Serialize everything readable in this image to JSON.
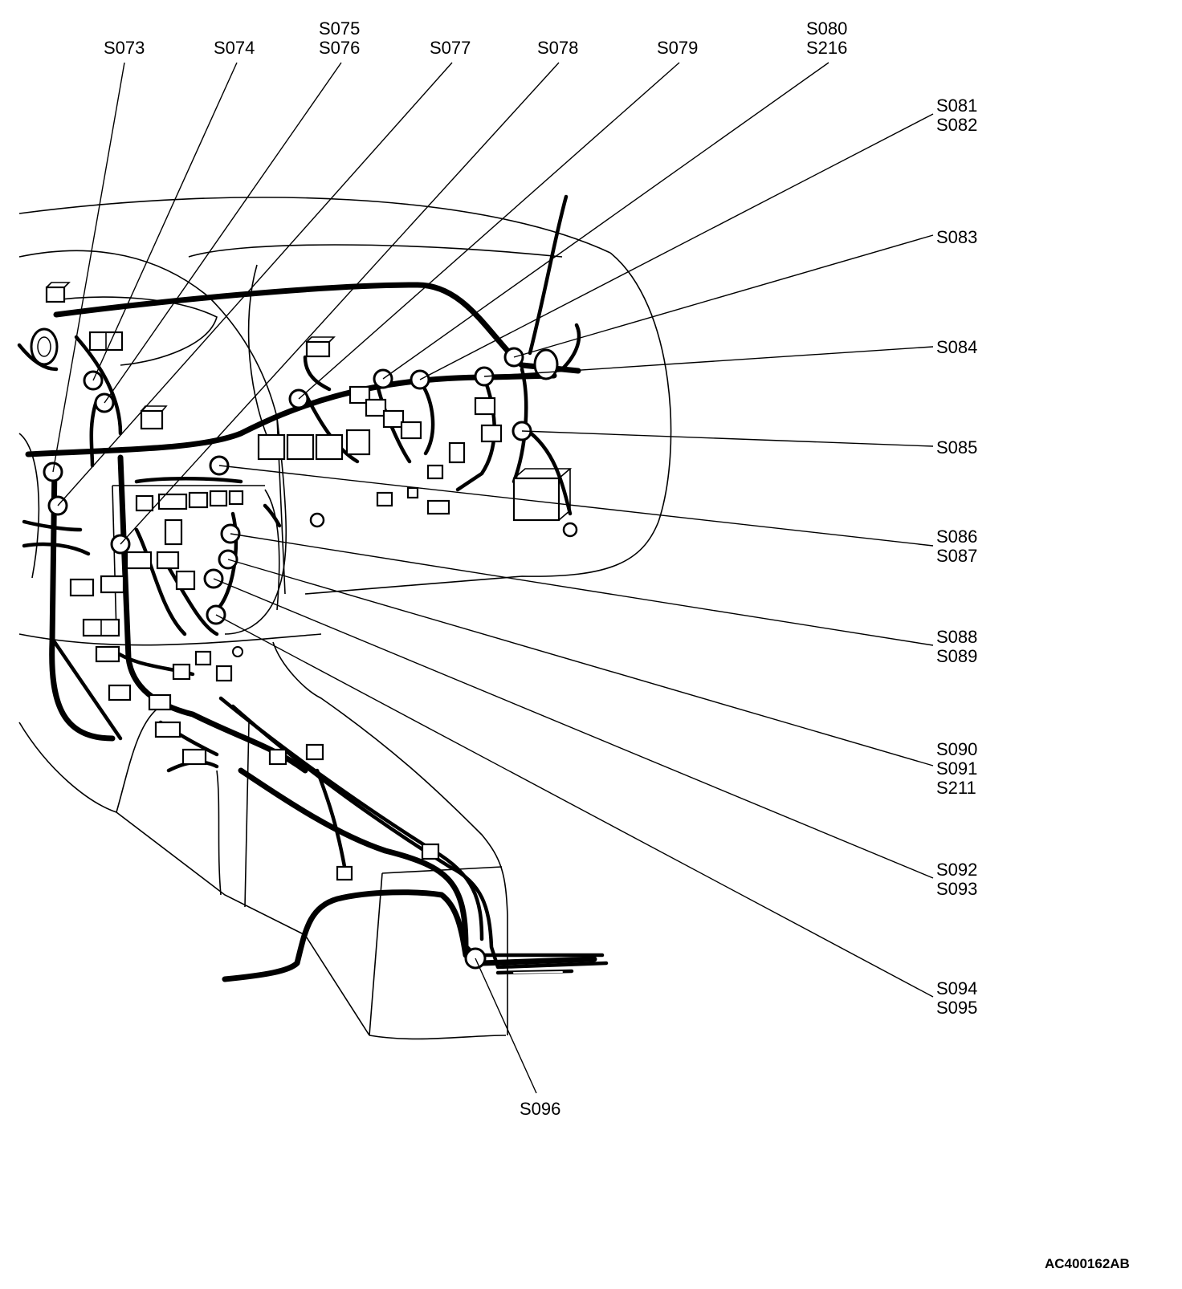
{
  "labels": {
    "s073": "S073",
    "s074": "S074",
    "s075": "S075",
    "s076": "S076",
    "s077": "S077",
    "s078": "S078",
    "s079": "S079",
    "s080": "S080",
    "s216": "S216",
    "s081": "S081",
    "s082": "S082",
    "s083": "S083",
    "s084": "S084",
    "s085": "S085",
    "s086": "S086",
    "s087": "S087",
    "s088": "S088",
    "s089": "S089",
    "s090": "S090",
    "s091": "S091",
    "s211": "S211",
    "s092": "S092",
    "s093": "S093",
    "s094": "S094",
    "s095": "S095",
    "s096": "S096"
  },
  "reference_code": "AC400162AB"
}
